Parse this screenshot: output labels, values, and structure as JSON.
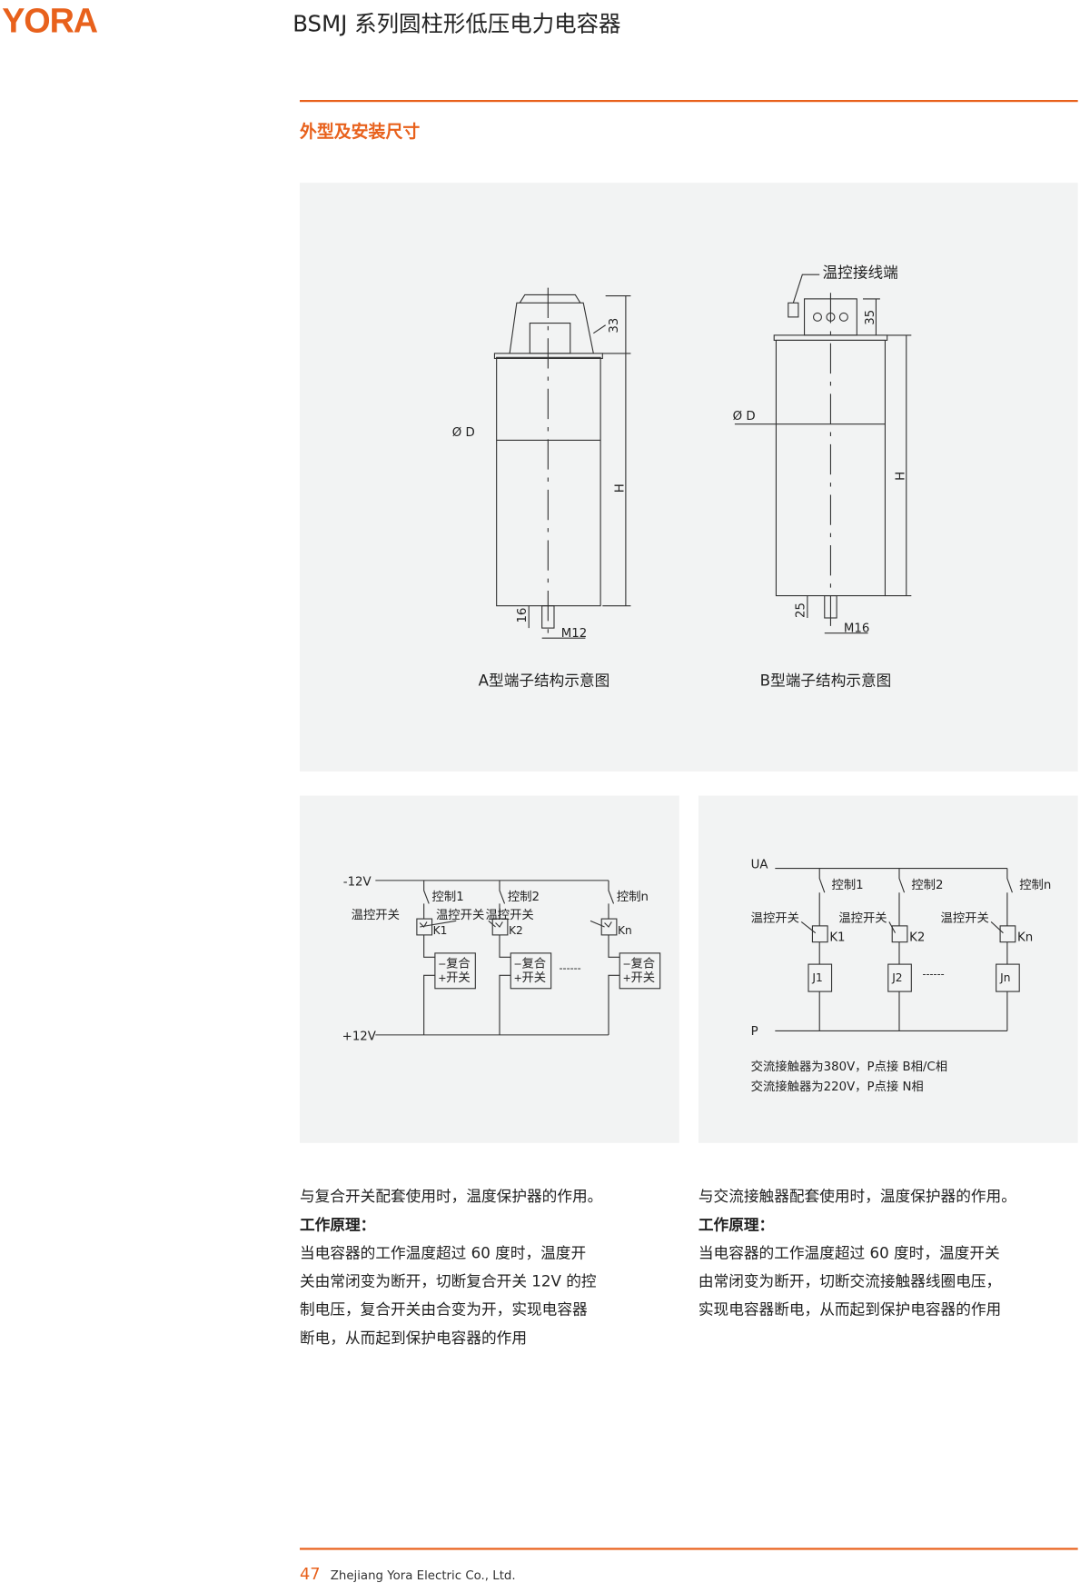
{
  "header": {
    "logo": "YORA",
    "title": "BSMJ 系列圆柱形低压电力电容器"
  },
  "section_title": "外型及安装尺寸",
  "drawing": {
    "a": {
      "caption": "A型端子结构示意图",
      "dia": "Ø D",
      "h": "H",
      "top": "33",
      "bottom": "16",
      "thread": "M12"
    },
    "b": {
      "caption": "B型端子结构示意图",
      "dia": "Ø D",
      "h": "H",
      "top": "35",
      "bottom": "25",
      "thread": "M16",
      "terminal_label": "温控接线端"
    }
  },
  "circuit_left": {
    "neg": "-12V",
    "pos": "+12V",
    "ctrl": [
      "控制1",
      "控制2",
      "控制n"
    ],
    "sw_label": "温控开关",
    "k": [
      "K1",
      "K2",
      "Kn"
    ],
    "box1": "复合",
    "box2": "开关",
    "minus": "−",
    "plus": "+",
    "dots": "------"
  },
  "circuit_right": {
    "ua": "UA",
    "p": "P",
    "ctrl": [
      "控制1",
      "控制2",
      "控制n"
    ],
    "sw_label": "温控开关",
    "k": [
      "K1",
      "K2",
      "Kn"
    ],
    "j": [
      "J1",
      "J2",
      "Jn"
    ],
    "dots": "------",
    "note1": "交流接触器为380V，P点接  B相/C相",
    "note2": "交流接触器为220V，P点接  N相"
  },
  "text_left": {
    "intro": "与复合开关配套使用时，温度保护器的作用。",
    "heading": "工作原理：",
    "lines": [
      "当电容器的工作温度超过 60 度时，温度开",
      "关由常闭变为断开，切断复合开关 12V 的控",
      "制电压，复合开关由合变为开，实现电容器",
      "断电，从而起到保护电容器的作用"
    ]
  },
  "text_right": {
    "intro": "与交流接触器配套使用时，温度保护器的作用。",
    "heading": "工作原理：",
    "lines": [
      "当电容器的工作温度超过 60 度时，温度开关",
      "由常闭变为断开，切断交流接触器线圈电压，",
      "实现电容器断电，从而起到保护电容器的作用"
    ]
  },
  "footer": {
    "page": "47",
    "company": "Zhejiang Yora Electric Co., Ltd."
  }
}
